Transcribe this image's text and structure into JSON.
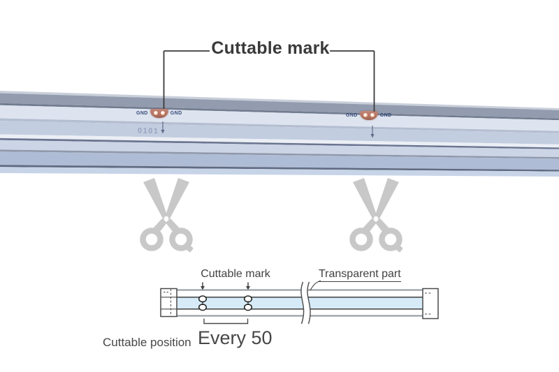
{
  "title": {
    "label": "Cuttable mark"
  },
  "photo_strip": {
    "cut_marks": [
      {
        "left_label": "GND",
        "right_label": "GND"
      },
      {
        "left_label": "GND",
        "right_label": "GND"
      }
    ],
    "faint_print": "0101",
    "colors": {
      "pad_copper": "#b5776a",
      "body_light_band": "#dee4ef",
      "body_medium_band": "#afbcd5",
      "top_face": "#97a1b3"
    }
  },
  "icons": {
    "scissors_glyph": "✂"
  },
  "diagram": {
    "cuttable_mark_label": "Cuttable mark",
    "transparent_part_label": "Transparent part",
    "cuttable_position_label": "Cuttable position",
    "cut_interval_value": "Every 50",
    "colors": {
      "strip_fill": "#d6ebf7",
      "line_dark": "#4a4a4a",
      "line_gray": "#9aa0a6",
      "scissors_gray": "#c8c8c8"
    }
  }
}
